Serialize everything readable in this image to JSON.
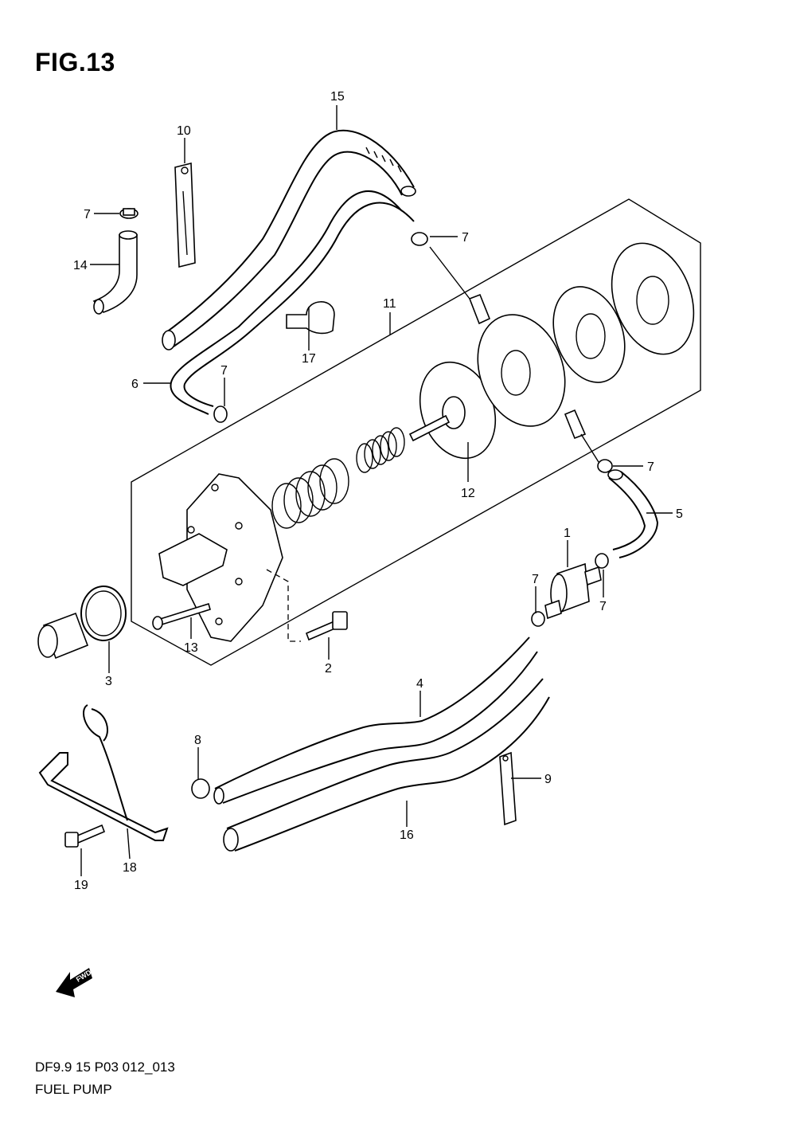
{
  "figure": {
    "title": "FIG.13",
    "code": "DF9.9 15 P03 012_013",
    "name": "FUEL PUMP"
  },
  "fwd_label": "FWD",
  "callouts": {
    "c1": "1",
    "c2": "2",
    "c3": "3",
    "c4": "4",
    "c5": "5",
    "c6": "6",
    "c7a": "7",
    "c7b": "7",
    "c7c": "7",
    "c7d": "7",
    "c7e": "7",
    "c7f": "7",
    "c8": "8",
    "c9": "9",
    "c10": "10",
    "c11": "11",
    "c12": "12",
    "c13": "13",
    "c14": "14",
    "c15": "15",
    "c16": "16",
    "c17": "17",
    "c18": "18",
    "c19": "19"
  }
}
